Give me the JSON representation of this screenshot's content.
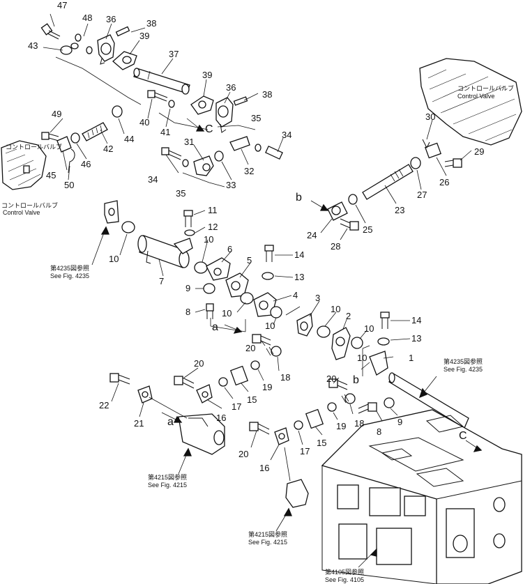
{
  "callouts": {
    "n1": "1",
    "n2": "2",
    "n3": "3",
    "n4": "4",
    "n5": "5",
    "n6": "6",
    "n7": "7",
    "n8a": "8",
    "n8b": "8",
    "n9a": "9",
    "n9b": "9",
    "n10a": "10",
    "n10b": "10",
    "n10c": "10",
    "n10d": "10",
    "n10e": "10",
    "n10f": "10",
    "n10g": "10",
    "n11": "11",
    "n12": "12",
    "n13a": "13",
    "n13b": "13",
    "n14a": "14",
    "n14b": "14",
    "n15a": "15",
    "n15b": "15",
    "n16a": "16",
    "n16b": "16",
    "n17a": "17",
    "n17b": "17",
    "n18a": "18",
    "n18b": "18",
    "n19a": "19",
    "n19b": "19",
    "n20a": "20",
    "n20b": "20",
    "n20c": "20",
    "n20d": "20",
    "n21": "21",
    "n22": "22",
    "n23": "23",
    "n24": "24",
    "n25": "25",
    "n26": "26",
    "n27": "27",
    "n28": "28",
    "n29": "29",
    "n30": "30",
    "n31": "31",
    "n32": "32",
    "n33": "33",
    "n34a": "34",
    "n34b": "34",
    "n35a": "35",
    "n35b": "35",
    "n36a": "36",
    "n36b": "36",
    "n37": "37",
    "n38a": "38",
    "n38b": "38",
    "n39a": "39",
    "n39b": "39",
    "n40": "40",
    "n41": "41",
    "n42": "42",
    "n43": "43",
    "n44": "44",
    "n45": "45",
    "n46": "46",
    "n47": "47",
    "n48": "48",
    "n49": "49",
    "n50": "50"
  },
  "letters": {
    "a1": "a",
    "a2": "a",
    "b1": "b",
    "b2": "b",
    "c1": "C",
    "c2": "C"
  },
  "references": {
    "fig4235_left_jp": "第4235図参照",
    "fig4235_left_en": "See Fig. 4235",
    "fig4235_right_jp": "第4235図参照",
    "fig4235_right_en": "See Fig. 4235",
    "fig4215_a_jp": "第4215図参照",
    "fig4215_a_en": "See Fig. 4215",
    "fig4215_b_jp": "第4215図参照",
    "fig4215_b_en": "See Fig. 4215",
    "fig4105_jp": "第4105図参照",
    "fig4105_en": "See Fig. 4105",
    "cv_left_jp": "コントロールバルブ",
    "cv_left_en": "Control Valve",
    "cv_right_jp": "コントロールバルブ",
    "cv_right_en": "Control Valve"
  }
}
